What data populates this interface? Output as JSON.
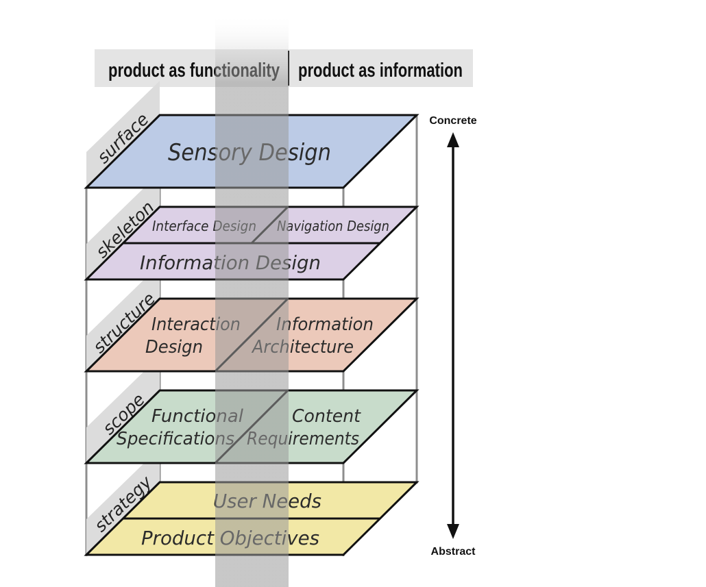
{
  "header": {
    "left": "product as functionality",
    "right": "product as information"
  },
  "axis": {
    "top": "Concrete",
    "bottom": "Abstract"
  },
  "layers": {
    "surface": "surface",
    "skeleton": "skeleton",
    "structure": "structure",
    "scope": "scope",
    "strategy": "strategy"
  },
  "planes": {
    "sensory": "Sensory Design",
    "interface": "Interface Design",
    "navigation": "Navigation Design",
    "information_design": "Information Design",
    "interaction_l1": "Interaction",
    "interaction_l2": "Design",
    "info_arch_l1": "Information",
    "info_arch_l2": "Architecture",
    "functional_l1": "Functional",
    "functional_l2": "Specifications",
    "content_l1": "Content",
    "content_l2": "Requirements",
    "user_needs": "User Needs",
    "product_objectives": "Product Objectives"
  },
  "colors": {
    "surface": "#bccbe6",
    "skeleton": "#dcd0e6",
    "structure": "#ecc9ba",
    "scope": "#c8dccb",
    "strategy": "#f2e8a6",
    "header_bg": "#e4e4e4",
    "side_label_bg": "#dcdcdc"
  }
}
